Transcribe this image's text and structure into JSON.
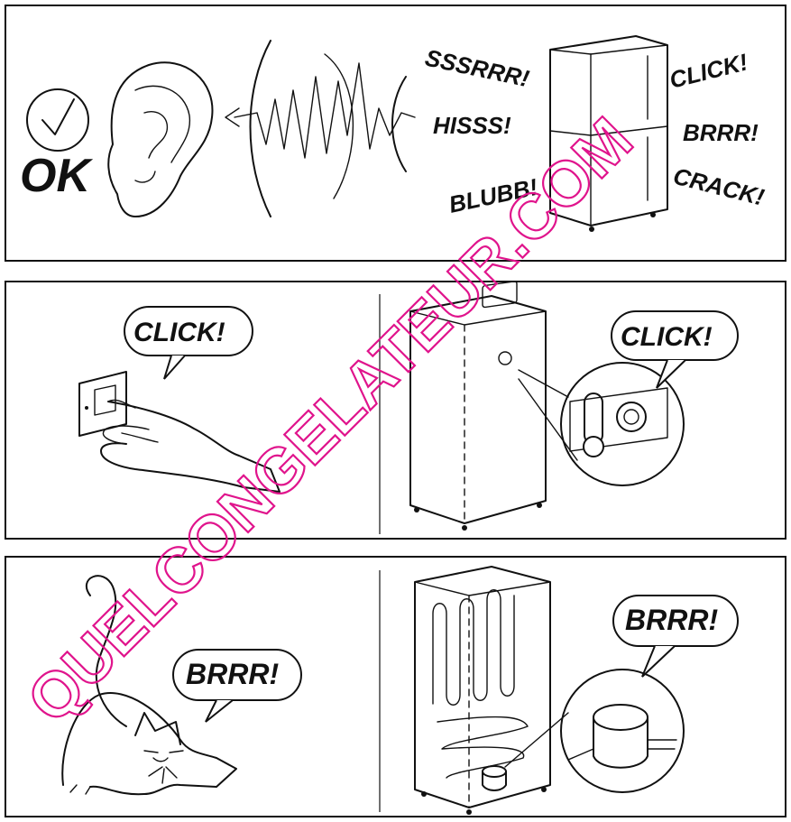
{
  "panel1": {
    "ok_label": "OK",
    "sounds": [
      "SSSRRR!",
      "HISSS!",
      "BLUBB!",
      "CLICK!",
      "BRRR!",
      "CRACK!"
    ]
  },
  "panel2": {
    "left_bubble": "CLICK!",
    "right_bubble": "CLICK!"
  },
  "panel3": {
    "left_bubble": "BRRR!",
    "right_bubble": "BRRR!"
  },
  "watermark": "QUELCONGELATEUR.COM",
  "colors": {
    "ink": "#111111",
    "watermark": "#e0148c"
  }
}
